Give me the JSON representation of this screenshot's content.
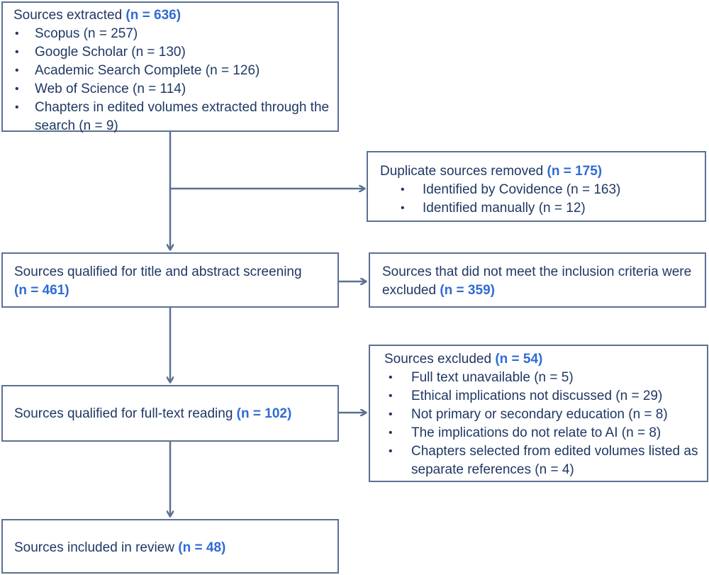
{
  "colors": {
    "text": "#1f3864",
    "count_highlight": "#2f6bd6",
    "border_and_arrows": "#5b7191",
    "background": "#ffffff"
  },
  "boxes": {
    "extracted": {
      "label": "Sources extracted",
      "count": "(n = 636)",
      "items": [
        "Scopus (n = 257)",
        "Google Scholar (n = 130)",
        "Academic Search Complete (n = 126)",
        "Web of Science (n = 114)",
        "Chapters in edited volumes extracted through the search (n = 9)"
      ]
    },
    "duplicates": {
      "label": "Duplicate sources removed",
      "count": "(n = 175)",
      "items": [
        "Identified by Covidence (n = 163)",
        "Identified manually (n = 12)"
      ]
    },
    "title_abstract": {
      "label": "Sources qualified for title and abstract screening",
      "count": "(n = 461)"
    },
    "excluded_criteria": {
      "label": "Sources that did not meet the inclusion criteria were excluded",
      "count": "(n = 359)"
    },
    "fulltext": {
      "label": "Sources qualified for full-text reading",
      "count": "(n = 102)"
    },
    "excluded_54": {
      "label": "Sources excluded",
      "count": "(n = 54)",
      "items": [
        "Full text unavailable (n = 5)",
        "Ethical implications not discussed (n = 29)",
        "Not primary or secondary education (n = 8)",
        "The implications do not relate to AI (n = 8)",
        "Chapters selected from edited volumes listed as separate references (n = 4)"
      ]
    },
    "included": {
      "label": "Sources included in review",
      "count": "(n = 48)"
    }
  },
  "bullet_glyph": "•"
}
